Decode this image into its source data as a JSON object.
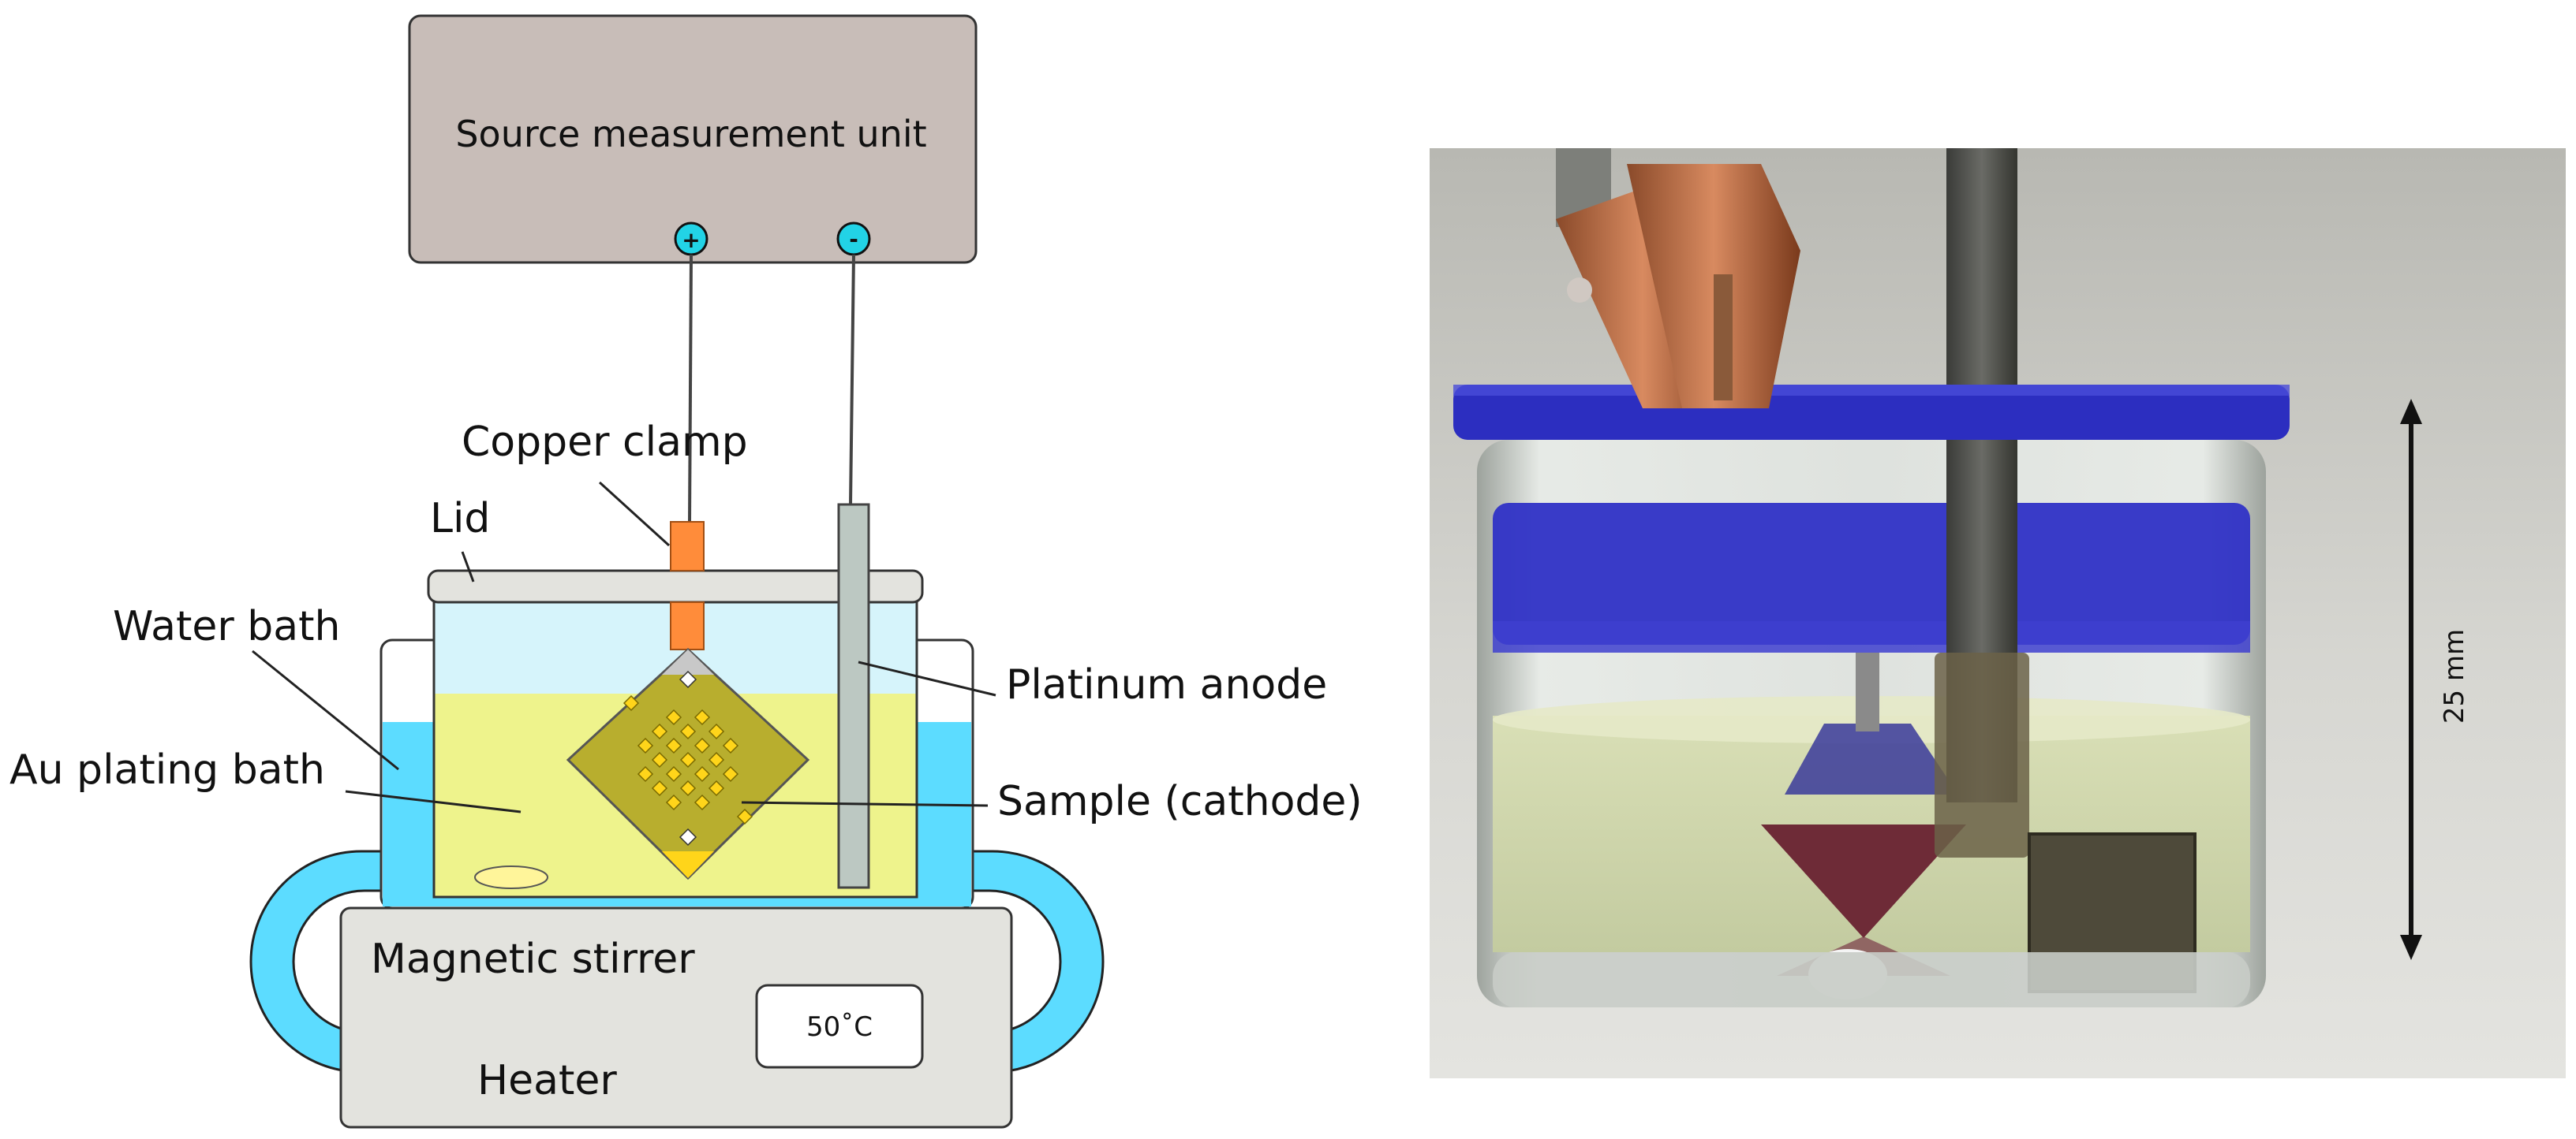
{
  "schematic": {
    "source_unit": "Source measurement unit",
    "plus_symbol": "+",
    "minus_symbol": "-",
    "copper_clamp": "Copper clamp",
    "lid": "Lid",
    "water_bath": "Water bath",
    "plating_bath": "Au plating bath",
    "platinum_anode": "Platinum anode",
    "sample": "Sample (cathode)",
    "magnetic_stirrer": "Magnetic stirrer",
    "heater": "Heater",
    "temperature": "50˚C"
  },
  "photo": {
    "scale_label": "25 mm"
  },
  "colors": {
    "unit_fill": "#c8bdb8",
    "water_blue": "#5cdcff",
    "light_blue": "#d6f4fb",
    "plating_yellow": "#eef38c",
    "copper_orange": "#ff8c3a",
    "lid_blue": "#2f31c6",
    "terminal_cyan": "#22d3e6"
  }
}
